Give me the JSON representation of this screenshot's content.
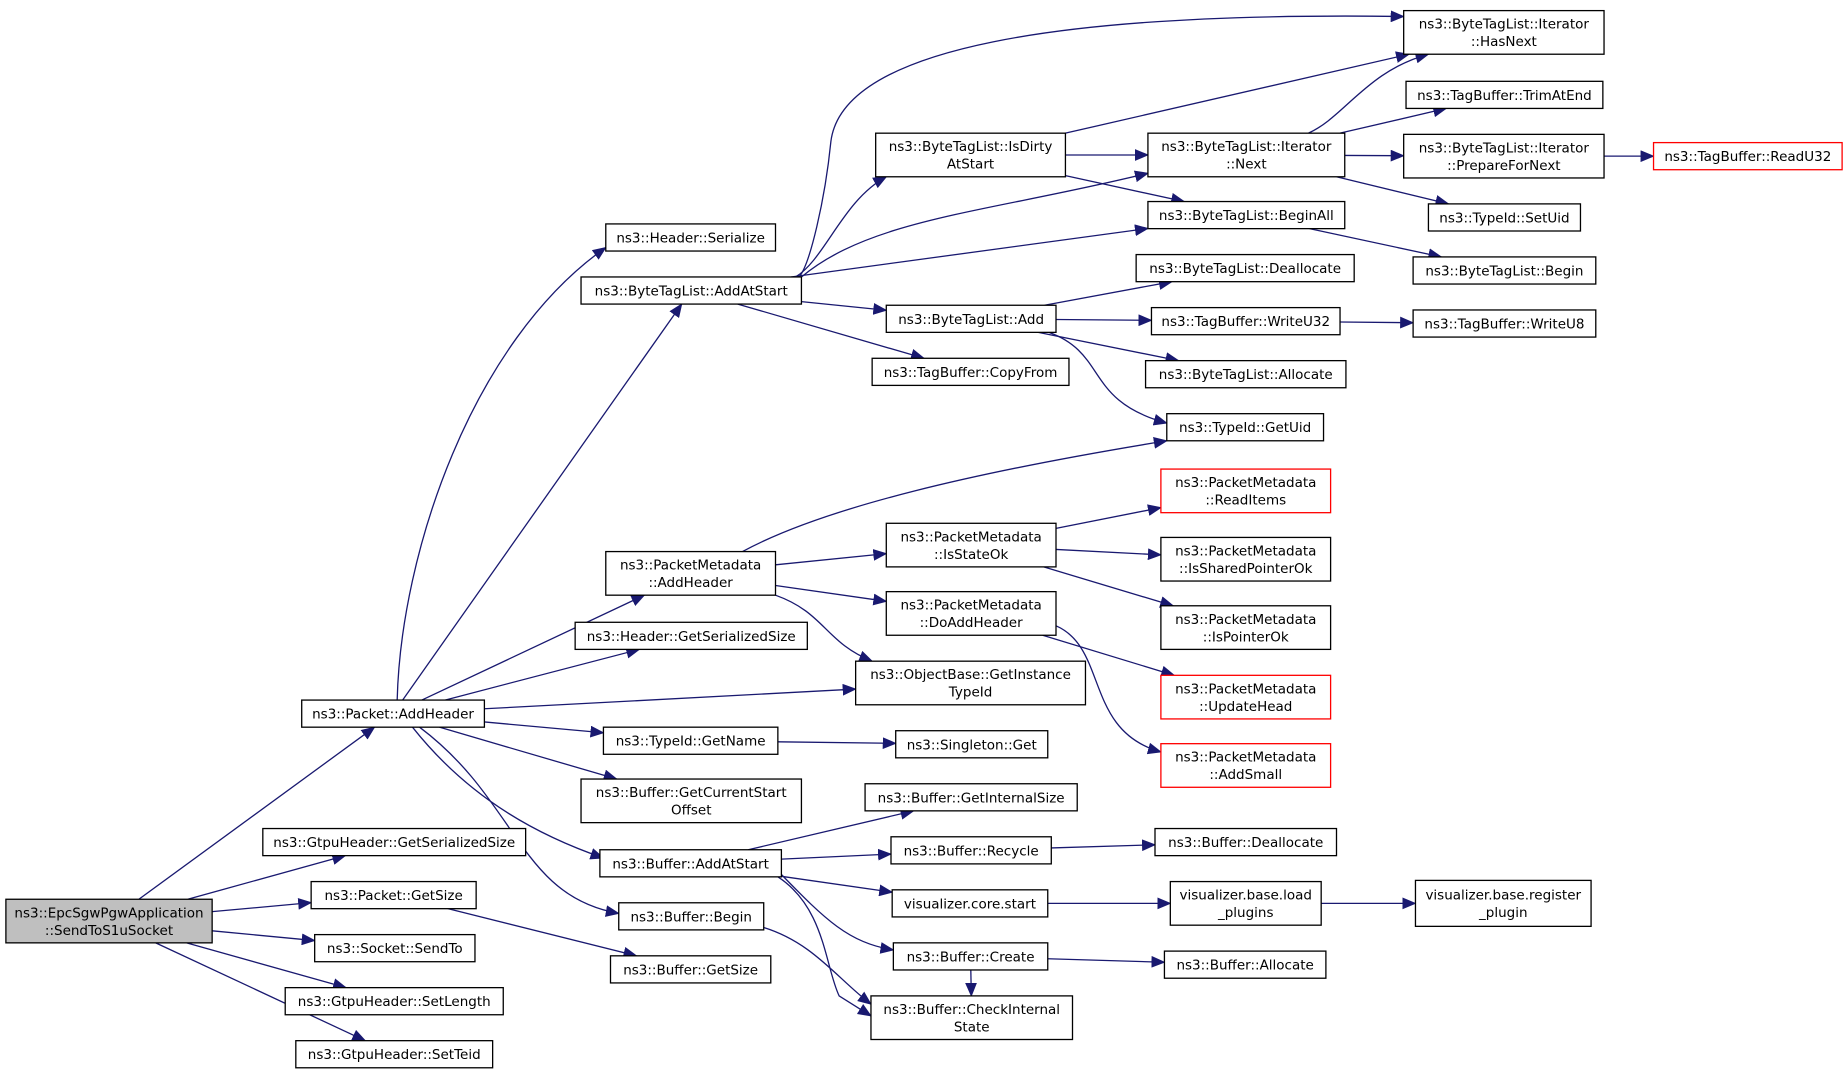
{
  "colors": {
    "edge": "#191970",
    "truncated_border": "#ff0000",
    "root_fill": "#bfbfbf",
    "node_border": "#000000"
  },
  "root": "sendtos1usocket",
  "nodes": [
    {
      "id": "sendtos1usocket",
      "lines": [
        "ns3::EpcSgwPgwApplication",
        "::SendToS1uSocket"
      ]
    },
    {
      "id": "packet_addheader",
      "lines": [
        "ns3::Packet::AddHeader"
      ]
    },
    {
      "id": "gtpu_getserializedsize",
      "lines": [
        "ns3::GtpuHeader::GetSerializedSize"
      ]
    },
    {
      "id": "packet_getsize",
      "lines": [
        "ns3::Packet::GetSize"
      ]
    },
    {
      "id": "socket_sendto",
      "lines": [
        "ns3::Socket::SendTo"
      ]
    },
    {
      "id": "gtpu_setlength",
      "lines": [
        "ns3::GtpuHeader::SetLength"
      ]
    },
    {
      "id": "gtpu_setteid",
      "lines": [
        "ns3::GtpuHeader::SetTeid"
      ]
    },
    {
      "id": "header_serialize",
      "lines": [
        "ns3::Header::Serialize"
      ]
    },
    {
      "id": "btl_addatstart",
      "lines": [
        "ns3::ByteTagList::AddAtStart"
      ]
    },
    {
      "id": "pm_addheader",
      "lines": [
        "ns3::PacketMetadata",
        "::AddHeader"
      ]
    },
    {
      "id": "header_getserializedsize",
      "lines": [
        "ns3::Header::GetSerializedSize"
      ]
    },
    {
      "id": "typeid_getname",
      "lines": [
        "ns3::TypeId::GetName"
      ]
    },
    {
      "id": "buffer_getcurrentstartoffset",
      "lines": [
        "ns3::Buffer::GetCurrentStart",
        "Offset"
      ]
    },
    {
      "id": "buffer_addatstart",
      "lines": [
        "ns3::Buffer::AddAtStart"
      ]
    },
    {
      "id": "buffer_begin",
      "lines": [
        "ns3::Buffer::Begin"
      ]
    },
    {
      "id": "buffer_getsize",
      "lines": [
        "ns3::Buffer::GetSize"
      ]
    },
    {
      "id": "btl_isdirtyatstart",
      "lines": [
        "ns3::ByteTagList::IsDirty",
        "AtStart"
      ]
    },
    {
      "id": "btl_add",
      "lines": [
        "ns3::ByteTagList::Add"
      ]
    },
    {
      "id": "tagbuffer_copyfrom",
      "lines": [
        "ns3::TagBuffer::CopyFrom"
      ]
    },
    {
      "id": "pm_isstateok",
      "lines": [
        "ns3::PacketMetadata",
        "::IsStateOk"
      ]
    },
    {
      "id": "pm_doaddheader",
      "lines": [
        "ns3::PacketMetadata",
        "::DoAddHeader"
      ]
    },
    {
      "id": "objectbase_getinstancetypeid",
      "lines": [
        "ns3::ObjectBase::GetInstance",
        "TypeId"
      ]
    },
    {
      "id": "singleton_get",
      "lines": [
        "ns3::Singleton::Get"
      ]
    },
    {
      "id": "buffer_getinternalsize",
      "lines": [
        "ns3::Buffer::GetInternalSize"
      ]
    },
    {
      "id": "buffer_recycle",
      "lines": [
        "ns3::Buffer::Recycle"
      ]
    },
    {
      "id": "visualizer_core_start",
      "lines": [
        "visualizer.core.start"
      ]
    },
    {
      "id": "buffer_create",
      "lines": [
        "ns3::Buffer::Create"
      ]
    },
    {
      "id": "buffer_checkinternalstate",
      "lines": [
        "ns3::Buffer::CheckInternal",
        "State"
      ]
    },
    {
      "id": "btli_hasnext",
      "lines": [
        "ns3::ByteTagList::Iterator",
        "::HasNext"
      ]
    },
    {
      "id": "btli_next",
      "lines": [
        "ns3::ByteTagList::Iterator",
        "::Next"
      ]
    },
    {
      "id": "btl_beginall",
      "lines": [
        "ns3::ByteTagList::BeginAll"
      ]
    },
    {
      "id": "btl_deallocate",
      "lines": [
        "ns3::ByteTagList::Deallocate"
      ]
    },
    {
      "id": "tagbuffer_writeu32",
      "lines": [
        "ns3::TagBuffer::WriteU32"
      ]
    },
    {
      "id": "btl_allocate",
      "lines": [
        "ns3::ByteTagList::Allocate"
      ]
    },
    {
      "id": "typeid_getuid",
      "lines": [
        "ns3::TypeId::GetUid"
      ]
    },
    {
      "id": "pm_readitems",
      "lines": [
        "ns3::PacketMetadata",
        "::ReadItems"
      ],
      "truncated": true
    },
    {
      "id": "pm_issharedpointerok",
      "lines": [
        "ns3::PacketMetadata",
        "::IsSharedPointerOk"
      ]
    },
    {
      "id": "pm_ispointerok",
      "lines": [
        "ns3::PacketMetadata",
        "::IsPointerOk"
      ]
    },
    {
      "id": "pm_updatehead",
      "lines": [
        "ns3::PacketMetadata",
        "::UpdateHead"
      ],
      "truncated": true
    },
    {
      "id": "pm_addsmall",
      "lines": [
        "ns3::PacketMetadata",
        "::AddSmall"
      ],
      "truncated": true
    },
    {
      "id": "buffer_deallocate",
      "lines": [
        "ns3::Buffer::Deallocate"
      ]
    },
    {
      "id": "visualizer_base_load_plugins",
      "lines": [
        "visualizer.base.load",
        "_plugins"
      ]
    },
    {
      "id": "buffer_allocate",
      "lines": [
        "ns3::Buffer::Allocate"
      ]
    },
    {
      "id": "tagbuffer_trimatend",
      "lines": [
        "ns3::TagBuffer::TrimAtEnd"
      ]
    },
    {
      "id": "btli_preparefornext",
      "lines": [
        "ns3::ByteTagList::Iterator",
        "::PrepareForNext"
      ]
    },
    {
      "id": "typeid_setuid",
      "lines": [
        "ns3::TypeId::SetUid"
      ]
    },
    {
      "id": "btl_begin",
      "lines": [
        "ns3::ByteTagList::Begin"
      ]
    },
    {
      "id": "tagbuffer_writeu8",
      "lines": [
        "ns3::TagBuffer::WriteU8"
      ]
    },
    {
      "id": "visualizer_base_register_plugin",
      "lines": [
        "visualizer.base.register",
        "_plugin"
      ]
    },
    {
      "id": "tagbuffer_readu32",
      "lines": [
        "ns3::TagBuffer::ReadU32"
      ],
      "truncated": true
    }
  ],
  "edges": [
    [
      "sendtos1usocket",
      "packet_addheader"
    ],
    [
      "sendtos1usocket",
      "gtpu_getserializedsize"
    ],
    [
      "sendtos1usocket",
      "packet_getsize"
    ],
    [
      "sendtos1usocket",
      "socket_sendto"
    ],
    [
      "sendtos1usocket",
      "gtpu_setlength"
    ],
    [
      "sendtos1usocket",
      "gtpu_setteid"
    ],
    [
      "packet_addheader",
      "header_serialize"
    ],
    [
      "packet_addheader",
      "btl_addatstart"
    ],
    [
      "packet_addheader",
      "pm_addheader"
    ],
    [
      "packet_addheader",
      "header_getserializedsize"
    ],
    [
      "packet_addheader",
      "objectbase_getinstancetypeid"
    ],
    [
      "packet_addheader",
      "typeid_getname"
    ],
    [
      "packet_addheader",
      "buffer_getcurrentstartoffset"
    ],
    [
      "packet_addheader",
      "buffer_addatstart"
    ],
    [
      "packet_addheader",
      "buffer_begin"
    ],
    [
      "packet_getsize",
      "buffer_getsize"
    ],
    [
      "btl_addatstart",
      "btl_isdirtyatstart"
    ],
    [
      "btl_addatstart",
      "btli_hasnext"
    ],
    [
      "btl_addatstart",
      "btli_next"
    ],
    [
      "btl_addatstart",
      "btl_beginall"
    ],
    [
      "btl_addatstart",
      "btl_add"
    ],
    [
      "btl_addatstart",
      "tagbuffer_copyfrom"
    ],
    [
      "btl_isdirtyatstart",
      "btli_hasnext"
    ],
    [
      "btl_isdirtyatstart",
      "btli_next"
    ],
    [
      "btl_isdirtyatstart",
      "btl_beginall"
    ],
    [
      "btli_next",
      "btli_hasnext"
    ],
    [
      "btli_next",
      "tagbuffer_trimatend"
    ],
    [
      "btli_next",
      "btli_preparefornext"
    ],
    [
      "btli_next",
      "typeid_setuid"
    ],
    [
      "btli_preparefornext",
      "tagbuffer_readu32"
    ],
    [
      "btl_beginall",
      "btl_begin"
    ],
    [
      "btl_add",
      "btl_deallocate"
    ],
    [
      "btl_add",
      "tagbuffer_writeu32"
    ],
    [
      "btl_add",
      "btl_allocate"
    ],
    [
      "btl_add",
      "typeid_getuid"
    ],
    [
      "tagbuffer_writeu32",
      "tagbuffer_writeu8"
    ],
    [
      "pm_addheader",
      "typeid_getuid"
    ],
    [
      "pm_addheader",
      "pm_isstateok"
    ],
    [
      "pm_addheader",
      "pm_doaddheader"
    ],
    [
      "pm_addheader",
      "objectbase_getinstancetypeid"
    ],
    [
      "pm_isstateok",
      "pm_readitems"
    ],
    [
      "pm_isstateok",
      "pm_issharedpointerok"
    ],
    [
      "pm_isstateok",
      "pm_ispointerok"
    ],
    [
      "pm_doaddheader",
      "pm_updatehead"
    ],
    [
      "pm_doaddheader",
      "pm_addsmall"
    ],
    [
      "typeid_getname",
      "singleton_get"
    ],
    [
      "buffer_addatstart",
      "buffer_getinternalsize"
    ],
    [
      "buffer_addatstart",
      "buffer_recycle"
    ],
    [
      "buffer_addatstart",
      "visualizer_core_start"
    ],
    [
      "buffer_addatstart",
      "buffer_create"
    ],
    [
      "buffer_addatstart",
      "buffer_checkinternalstate"
    ],
    [
      "buffer_begin",
      "buffer_checkinternalstate"
    ],
    [
      "buffer_recycle",
      "buffer_deallocate"
    ],
    [
      "visualizer_core_start",
      "visualizer_base_load_plugins"
    ],
    [
      "visualizer_base_load_plugins",
      "visualizer_base_register_plugin"
    ],
    [
      "buffer_create",
      "buffer_allocate"
    ],
    [
      "buffer_create",
      "buffer_checkinternalstate"
    ]
  ]
}
